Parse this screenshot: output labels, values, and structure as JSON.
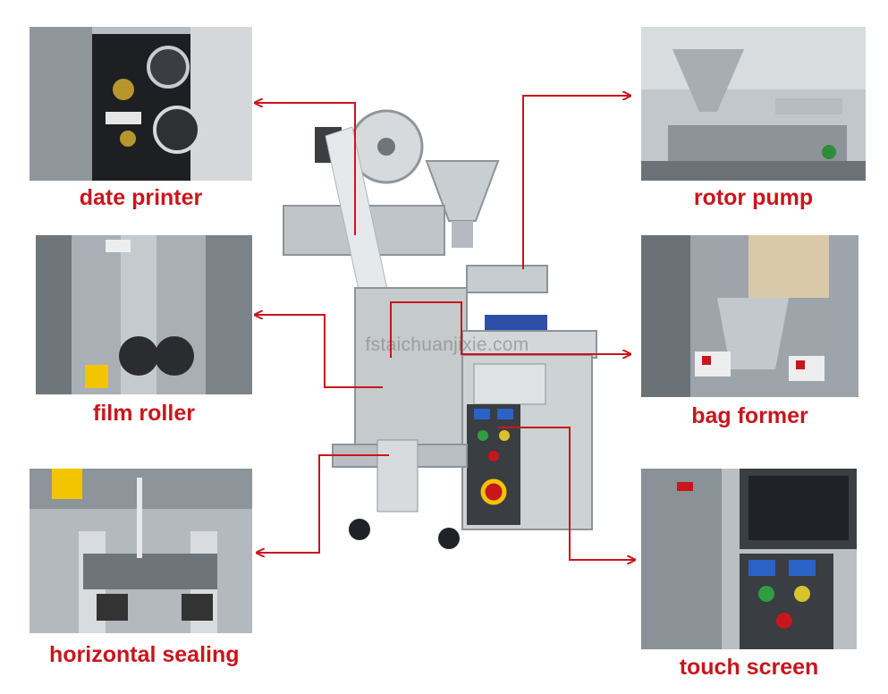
{
  "accent_color": "#c8161d",
  "watermark": "fstaichuanjixie.com",
  "panels": [
    {
      "id": "date-printer",
      "label": "date printer"
    },
    {
      "id": "film-roller",
      "label": "film roller"
    },
    {
      "id": "horizontal-sealing",
      "label": "horizontal sealing"
    },
    {
      "id": "rotor-pump",
      "label": "rotor pump"
    },
    {
      "id": "bag-former",
      "label": "bag former"
    },
    {
      "id": "touch-screen",
      "label": "touch screen"
    }
  ]
}
